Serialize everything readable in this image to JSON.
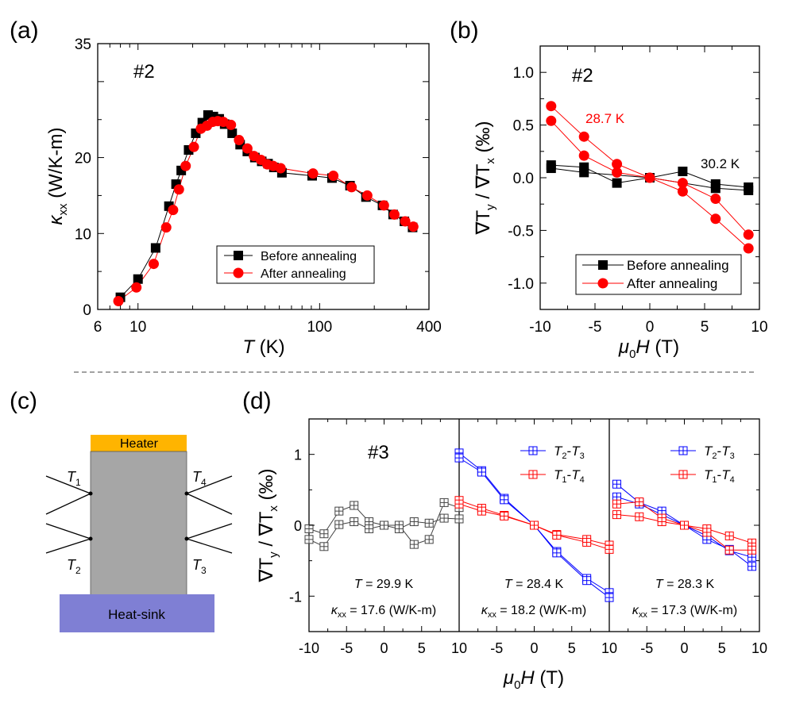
{
  "panel_labels": {
    "a": "(a)",
    "b": "(b)",
    "c": "(c)",
    "d": "(d)"
  },
  "chart_data": [
    {
      "panel": "(a)",
      "type": "line",
      "sample_label": "#2",
      "xscale": "log",
      "xlim": [
        6,
        400
      ],
      "ylim": [
        0,
        35
      ],
      "xticks": [
        6,
        10,
        100,
        400
      ],
      "yticks": [
        0,
        10,
        20,
        35
      ],
      "xlabel_italic": "T",
      "xlabel_rest": " (K)",
      "ylabel_main": "κ",
      "ylabel_sub": "xx",
      "ylabel_rest": " (W/K-m)",
      "legend_position": "lower-right",
      "series": [
        {
          "name": "Before annealing",
          "color": "#000000",
          "marker": "square",
          "x": [
            8,
            10,
            12.5,
            14.8,
            16.2,
            17.3,
            19,
            20.8,
            22.6,
            24.3,
            26,
            28,
            30,
            33,
            36.5,
            40,
            44,
            48,
            52,
            56,
            62,
            91,
            117,
            147,
            180,
            222,
            254,
            293,
            325
          ],
          "y": [
            1.6,
            4.0,
            8.1,
            13.6,
            16.5,
            18.3,
            21.0,
            23.2,
            24.6,
            25.6,
            25.4,
            25.1,
            24.4,
            23.2,
            21.7,
            20.8,
            20.0,
            19.5,
            19.2,
            18.7,
            18.0,
            17.6,
            17.3,
            16.3,
            14.8,
            13.7,
            12.5,
            11.6,
            10.8
          ]
        },
        {
          "name": "After annealing",
          "color": "#ff0000",
          "marker": "circle",
          "x": [
            7.8,
            9.8,
            12.2,
            14.3,
            15.6,
            16.8,
            18.3,
            20.3,
            22.2,
            24,
            25.8,
            27.5,
            29.5,
            32.5,
            36,
            40,
            43.5,
            47.5,
            51.5,
            55.5,
            61,
            92,
            119,
            150,
            183,
            226,
            258,
            296,
            328
          ],
          "y": [
            1.1,
            2.9,
            6.0,
            10.8,
            13.1,
            15.8,
            18.9,
            21.4,
            23.8,
            24.2,
            24.7,
            24.8,
            24.7,
            24.3,
            22.3,
            21.2,
            20.2,
            19.7,
            19.1,
            18.9,
            18.6,
            17.9,
            17.6,
            16.1,
            15.0,
            13.7,
            12.5,
            11.6,
            10.9
          ]
        }
      ]
    },
    {
      "panel": "(b)",
      "type": "line",
      "sample_label": "#2",
      "xlim": [
        -10,
        10
      ],
      "ylim": [
        -1.25,
        1.25
      ],
      "xticks": [
        -10,
        -5,
        0,
        5,
        10
      ],
      "yticks": [
        -1.0,
        -0.5,
        0.0,
        0.5,
        1.0
      ],
      "ytick_labels": [
        "-1.0",
        "-0.5",
        "0.0",
        "0.5",
        "1.0"
      ],
      "xlabel_main": "μ",
      "xlabel_sub": "0",
      "xlabel_italic": "H",
      "xlabel_rest": " (T)",
      "ylabel_a": "∇T",
      "ylabel_sub_a": "y",
      "ylabel_mid": " / ∇T",
      "ylabel_sub_b": "x",
      "ylabel_rest": " (‰)",
      "legend_position": "lower-right",
      "annotations": [
        {
          "text": "28.7 K",
          "color": "#ff0000",
          "x": -6.5,
          "y": 0.49
        },
        {
          "text": "30.2 K",
          "color": "#000000",
          "x": 4.8,
          "y": 0.09
        }
      ],
      "series": [
        {
          "name": "Before annealing",
          "color": "#000000",
          "marker": "square",
          "lines": [
            [
              [
                -9,
                0.12
              ],
              [
                -6,
                0.1
              ],
              [
                -3,
                -0.05
              ],
              [
                0,
                0
              ],
              [
                3,
                0.06
              ],
              [
                6,
                -0.06
              ],
              [
                9,
                -0.09
              ]
            ],
            [
              [
                -9,
                0.09
              ],
              [
                -6,
                0.05
              ],
              [
                0,
                0
              ],
              [
                6,
                -0.1
              ],
              [
                9,
                -0.12
              ]
            ]
          ]
        },
        {
          "name": "After annealing",
          "color": "#ff0000",
          "marker": "circle",
          "lines": [
            [
              [
                -9,
                0.68
              ],
              [
                -6,
                0.39
              ],
              [
                -3,
                0.13
              ],
              [
                0,
                0
              ],
              [
                3,
                -0.05
              ],
              [
                6,
                -0.2
              ],
              [
                9,
                -0.54
              ]
            ],
            [
              [
                -9,
                0.54
              ],
              [
                -6,
                0.21
              ],
              [
                -3,
                0.05
              ],
              [
                0,
                0
              ],
              [
                3,
                -0.13
              ],
              [
                6,
                -0.39
              ],
              [
                9,
                -0.67
              ]
            ]
          ]
        }
      ]
    },
    {
      "panel": "(d)",
      "type": "line",
      "sample_label": "#3",
      "ylim": [
        -1.5,
        1.5
      ],
      "yticks": [
        -1,
        0,
        1
      ],
      "xlabel_main": "μ",
      "xlabel_sub": "0",
      "xlabel_italic": "H",
      "xlabel_rest": " (T)",
      "ylabel_a": "∇T",
      "ylabel_sub_a": "y",
      "ylabel_mid": " / ∇T",
      "ylabel_sub_b": "x",
      "ylabel_rest": " (‰)",
      "subplots": [
        {
          "xlim": [
            -10,
            10
          ],
          "xtick_labels": [
            "-10",
            "-5",
            "0",
            "5"
          ],
          "temp_italic": "T",
          "temp_text": " = 29.9 K",
          "kappa_main": "κ",
          "kappa_sub": "xx",
          "kappa_text": " = 17.6 (W/K-m)",
          "series": [
            {
              "name": "",
              "color": "#444444",
              "marker": "crossed-square",
              "lines": [
                [
                  [
                    -10,
                    -0.05
                  ],
                  [
                    -8,
                    -0.12
                  ],
                  [
                    -6,
                    0.2
                  ],
                  [
                    -4,
                    0.28
                  ],
                  [
                    -2,
                    0.05
                  ],
                  [
                    0,
                    0
                  ],
                  [
                    2,
                    0
                  ],
                  [
                    4,
                    -0.27
                  ],
                  [
                    6,
                    -0.2
                  ],
                  [
                    8,
                    0.32
                  ],
                  [
                    10,
                    0.25
                  ]
                ],
                [
                  [
                    -10,
                    -0.2
                  ],
                  [
                    -8,
                    -0.3
                  ],
                  [
                    -6,
                    0.01
                  ],
                  [
                    -4,
                    0.05
                  ],
                  [
                    -2,
                    -0.05
                  ],
                  [
                    0,
                    0
                  ],
                  [
                    2,
                    -0.05
                  ],
                  [
                    4,
                    0.05
                  ],
                  [
                    6,
                    0.03
                  ],
                  [
                    8,
                    0.1
                  ],
                  [
                    10,
                    0.09
                  ]
                ]
              ]
            }
          ]
        },
        {
          "xlim": [
            -10,
            10
          ],
          "xtick_labels": [
            "10",
            "-5",
            "0",
            "5"
          ],
          "temp_italic": "T",
          "temp_text": " = 28.4 K",
          "kappa_main": "κ",
          "kappa_sub": "xx",
          "kappa_text": " = 18.2 (W/K-m)",
          "series": [
            {
              "name_a": "T",
              "name_sub_a": "2",
              "name_mid": "-",
              "name_b": "T",
              "name_sub_b": "3",
              "color": "#0000ff",
              "marker": "crossed-square",
              "lines": [
                [
                  [
                    -10,
                    1.02
                  ],
                  [
                    -7,
                    0.77
                  ],
                  [
                    -4,
                    0.38
                  ],
                  [
                    0,
                    0
                  ],
                  [
                    3,
                    -0.37
                  ],
                  [
                    7,
                    -0.75
                  ],
                  [
                    10,
                    -0.95
                  ]
                ],
                [
                  [
                    -10,
                    0.95
                  ],
                  [
                    -7,
                    0.75
                  ],
                  [
                    -4,
                    0.36
                  ],
                  [
                    0,
                    0
                  ],
                  [
                    3,
                    -0.39
                  ],
                  [
                    7,
                    -0.78
                  ],
                  [
                    10,
                    -1.02
                  ]
                ]
              ]
            },
            {
              "name_a": "T",
              "name_sub_a": "1",
              "name_mid": "-",
              "name_b": "T",
              "name_sub_b": "4",
              "color": "#ff0000",
              "marker": "crossed-square",
              "lines": [
                [
                  [
                    -10,
                    0.35
                  ],
                  [
                    -7,
                    0.24
                  ],
                  [
                    -4,
                    0.14
                  ],
                  [
                    0,
                    0
                  ],
                  [
                    3,
                    -0.13
                  ],
                  [
                    7,
                    -0.2
                  ],
                  [
                    10,
                    -0.28
                  ]
                ],
                [
                  [
                    -10,
                    0.3
                  ],
                  [
                    -7,
                    0.2
                  ],
                  [
                    -4,
                    0.13
                  ],
                  [
                    0,
                    0
                  ],
                  [
                    3,
                    -0.14
                  ],
                  [
                    7,
                    -0.24
                  ],
                  [
                    10,
                    -0.34
                  ]
                ]
              ]
            }
          ]
        },
        {
          "xlim": [
            -10,
            10
          ],
          "xtick_labels": [
            "10",
            "-5",
            "0",
            "5",
            "10"
          ],
          "temp_italic": "T",
          "temp_text": " = 28.3 K",
          "kappa_main": "κ",
          "kappa_sub": "xx",
          "kappa_text": " = 17.3 (W/K-m)",
          "series": [
            {
              "name_a": "T",
              "name_sub_a": "2",
              "name_mid": "-",
              "name_b": "T",
              "name_sub_b": "3",
              "color": "#0000ff",
              "marker": "crossed-square",
              "lines": [
                [
                  [
                    -9,
                    0.58
                  ],
                  [
                    -6,
                    0.32
                  ],
                  [
                    -3,
                    0.2
                  ],
                  [
                    0,
                    0
                  ],
                  [
                    3,
                    -0.2
                  ],
                  [
                    6,
                    -0.34
                  ],
                  [
                    9,
                    -0.58
                  ]
                ],
                [
                  [
                    -9,
                    0.4
                  ],
                  [
                    -6,
                    0.3
                  ],
                  [
                    -3,
                    0.15
                  ],
                  [
                    0,
                    0
                  ],
                  [
                    3,
                    -0.15
                  ],
                  [
                    6,
                    -0.36
                  ],
                  [
                    9,
                    -0.45
                  ]
                ]
              ]
            },
            {
              "name_a": "T",
              "name_sub_a": "1",
              "name_mid": "-",
              "name_b": "T",
              "name_sub_b": "4",
              "color": "#ff0000",
              "marker": "crossed-square",
              "lines": [
                [
                  [
                    -9,
                    0.3
                  ],
                  [
                    -6,
                    0.33
                  ],
                  [
                    -3,
                    0.1
                  ],
                  [
                    0,
                    0
                  ],
                  [
                    3,
                    -0.05
                  ],
                  [
                    6,
                    -0.15
                  ],
                  [
                    9,
                    -0.25
                  ]
                ],
                [
                  [
                    -9,
                    0.15
                  ],
                  [
                    -6,
                    0.12
                  ],
                  [
                    -3,
                    0.05
                  ],
                  [
                    0,
                    0
                  ],
                  [
                    3,
                    -0.1
                  ],
                  [
                    6,
                    -0.35
                  ],
                  [
                    9,
                    -0.35
                  ]
                ]
              ]
            }
          ]
        }
      ]
    }
  ],
  "schematic": {
    "heater_label": "Heater",
    "heatsink_label": "Heat-sink",
    "heater_color": "#ffb400",
    "sample_color": "#a6a6a6",
    "heatsink_color": "#7f7fd4",
    "t1": {
      "main": "T",
      "sub": "1"
    },
    "t2": {
      "main": "T",
      "sub": "2"
    },
    "t3": {
      "main": "T",
      "sub": "3"
    },
    "t4": {
      "main": "T",
      "sub": "4"
    }
  }
}
